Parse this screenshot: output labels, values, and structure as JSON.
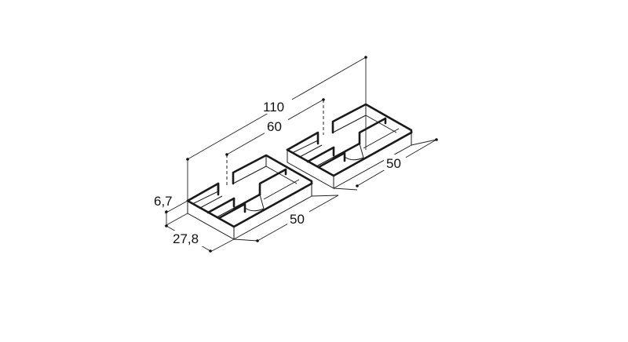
{
  "drawing": {
    "type": "isometric technical drawing",
    "subject": "two drawer organizer inserts with compartments",
    "units_visible": 2
  },
  "dimensions": {
    "total_width": "110",
    "inner_offset": "60",
    "height": "6,7",
    "depth": "27,8",
    "left_unit_length": "50",
    "right_unit_length": "50"
  },
  "colors": {
    "background": "#ffffff",
    "lines": "#1a1a1a"
  }
}
